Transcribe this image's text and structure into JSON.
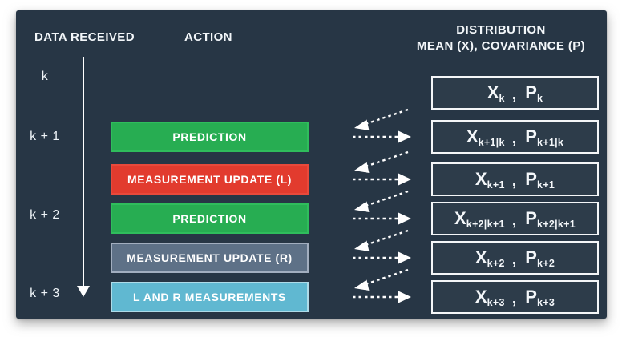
{
  "colors": {
    "panel_bg": "#273645",
    "text": "#f2f6f9",
    "arrow": "#ffffff"
  },
  "headers": {
    "data_received": "DATA RECEIVED",
    "action": "ACTION",
    "distribution_line1": "DISTRIBUTION",
    "distribution_line2": "MEAN (X), COVARIANCE (P)"
  },
  "timeline": {
    "labels": [
      "k",
      "k + 1",
      "k + 2",
      "k + 3"
    ]
  },
  "actions": [
    {
      "label": "PREDICTION",
      "color": "#27ad52",
      "border": "#2fbd5c"
    },
    {
      "label": "MEASUREMENT UPDATE (L)",
      "color": "#e23b2e",
      "border": "#e8493b"
    },
    {
      "label": "PREDICTION",
      "color": "#27ad52",
      "border": "#2fbd5c"
    },
    {
      "label": "MEASUREMENT UPDATE (R)",
      "color": "#5e7187",
      "border": "#a2aebf"
    },
    {
      "label": "L AND R MEASUREMENTS",
      "color": "#60b8d1",
      "border": "#aedbe8"
    }
  ],
  "distributions": [
    {
      "x": "X",
      "x_sub": "k",
      "sep": ",",
      "p": "P",
      "p_sub": "k"
    },
    {
      "x": "X",
      "x_sub": "k+1|k",
      "sep": ",",
      "p": "P",
      "p_sub": "k+1|k"
    },
    {
      "x": "X",
      "x_sub": "k+1",
      "sep": ",",
      "p": "P",
      "p_sub": "k+1"
    },
    {
      "x": "X",
      "x_sub": "k+2|k+1",
      "sep": ",",
      "p": "P",
      "p_sub": "k+2|k+1"
    },
    {
      "x": "X",
      "x_sub": "k+2",
      "sep": ",",
      "p": "P",
      "p_sub": "k+2"
    },
    {
      "x": "X",
      "x_sub": "k+3",
      "sep": ",",
      "p": "P",
      "p_sub": "k+3"
    }
  ]
}
